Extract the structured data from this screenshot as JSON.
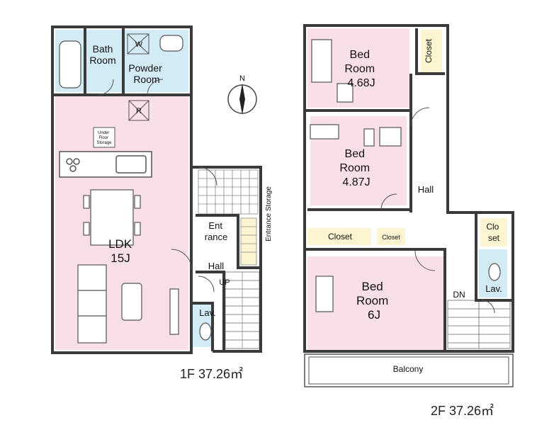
{
  "floor1": {
    "caption": "1F 37.26㎡",
    "rooms": {
      "bath": [
        "Bath",
        "Room"
      ],
      "powder": [
        "Powder",
        "Room"
      ],
      "ldk": [
        "LDK",
        "15J"
      ],
      "entrance": [
        "Ent",
        "rance"
      ],
      "hall": "Hall",
      "lav": "Lav.",
      "entrance_storage": "Entrance Storage",
      "underfloor": [
        "Under",
        "Floor",
        "Storage"
      ],
      "up": "UP",
      "w_mark": "W",
      "r_mark": "R"
    }
  },
  "floor2": {
    "caption": "2F 37.26㎡",
    "rooms": {
      "bed1": [
        "Bed",
        "Room",
        "4.68J"
      ],
      "bed2": [
        "Bed",
        "Room",
        "4.87J"
      ],
      "bed3": [
        "Bed",
        "Room",
        "6J"
      ],
      "closet_top": "Closet",
      "closet_mid": "Closet",
      "closet_small": "Closet",
      "closet_right": [
        "Clo",
        "set"
      ],
      "hall": "Hall",
      "lav": "Lav.",
      "dn": "DN",
      "balcony": "Balcony"
    }
  },
  "compass": "N",
  "colors": {
    "wall": "#3a3a3a",
    "room_pink": "#f9dfe8",
    "wet_blue": "#d3ebf5",
    "closet_yellow": "#fdf5d2",
    "floor_white": "#ffffff"
  }
}
